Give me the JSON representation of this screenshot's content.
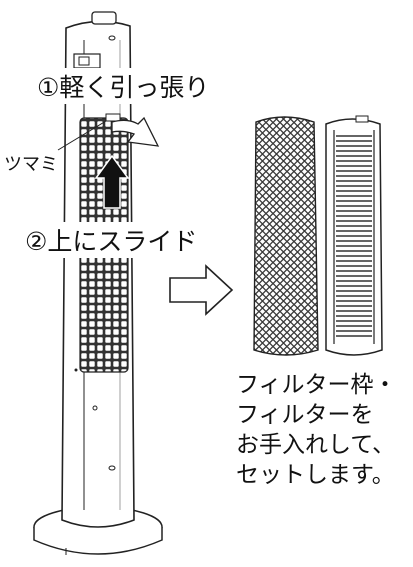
{
  "labels": {
    "step1": "①軽く引っ張り",
    "step2": "②上にスライド",
    "knob": "ツマミ"
  },
  "caption": {
    "line1": "フィルター枠・",
    "line2": "フィルターを",
    "line3": "お手入れして、",
    "line4": "セットします。"
  },
  "icons": [
    "fan-tower-illustration",
    "up-arrow-icon",
    "pull-arrow-icon",
    "right-arrow-icon",
    "filter-mesh-illustration",
    "filter-frame-illustration"
  ],
  "colors": {
    "line": "#222222",
    "mesh": "#555555",
    "arrow": "#111111"
  }
}
